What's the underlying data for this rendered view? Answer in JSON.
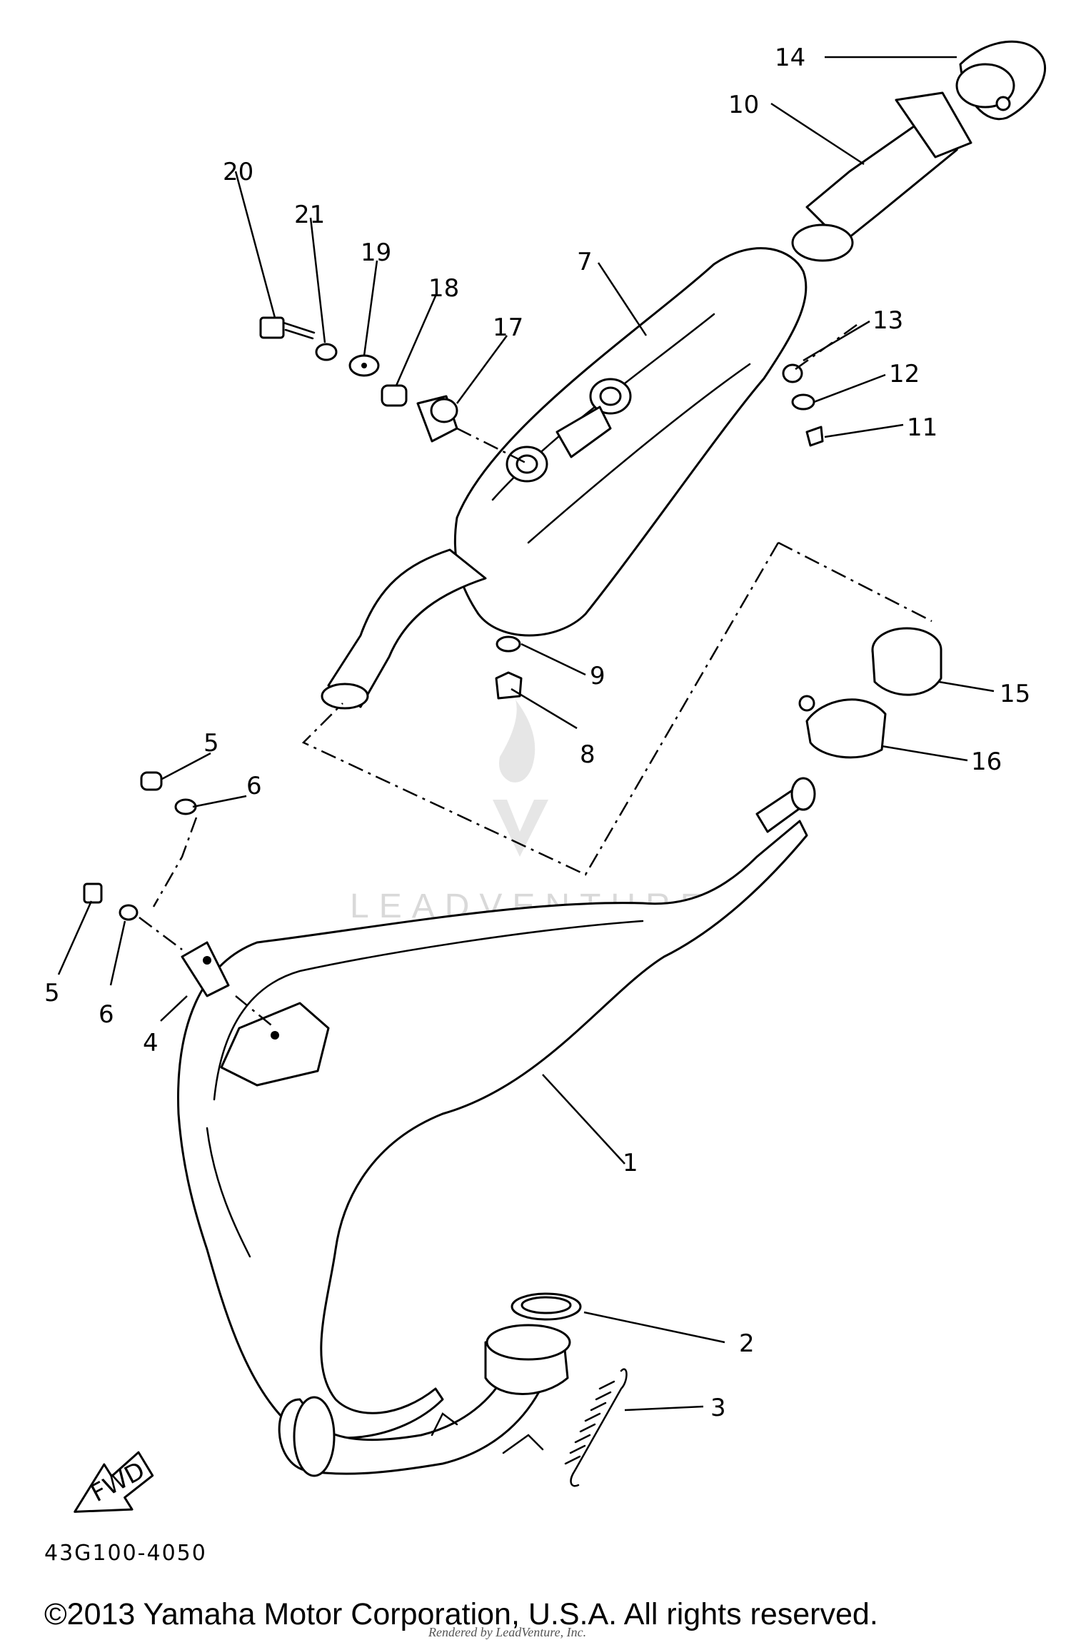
{
  "callouts": [
    {
      "id": "1",
      "label": "1"
    },
    {
      "id": "2",
      "label": "2"
    },
    {
      "id": "3",
      "label": "3"
    },
    {
      "id": "4",
      "label": "4"
    },
    {
      "id": "5a",
      "label": "5"
    },
    {
      "id": "5b",
      "label": "5"
    },
    {
      "id": "6a",
      "label": "6"
    },
    {
      "id": "6b",
      "label": "6"
    },
    {
      "id": "7",
      "label": "7"
    },
    {
      "id": "8",
      "label": "8"
    },
    {
      "id": "9",
      "label": "9"
    },
    {
      "id": "10",
      "label": "10"
    },
    {
      "id": "11",
      "label": "11"
    },
    {
      "id": "12",
      "label": "12"
    },
    {
      "id": "13",
      "label": "13"
    },
    {
      "id": "14",
      "label": "14"
    },
    {
      "id": "15",
      "label": "15"
    },
    {
      "id": "16",
      "label": "16"
    },
    {
      "id": "17",
      "label": "17"
    },
    {
      "id": "18",
      "label": "18"
    },
    {
      "id": "19",
      "label": "19"
    },
    {
      "id": "20",
      "label": "20"
    },
    {
      "id": "21",
      "label": "21"
    }
  ],
  "fwd_label": "FWD",
  "diagram_code": "43G100-4050",
  "copyright": "©2013 Yamaha Motor Corporation, U.S.A. All rights reserved.",
  "rendered_by": "Rendered by LeadVenture, Inc.",
  "watermark": "LEADVENTURE"
}
